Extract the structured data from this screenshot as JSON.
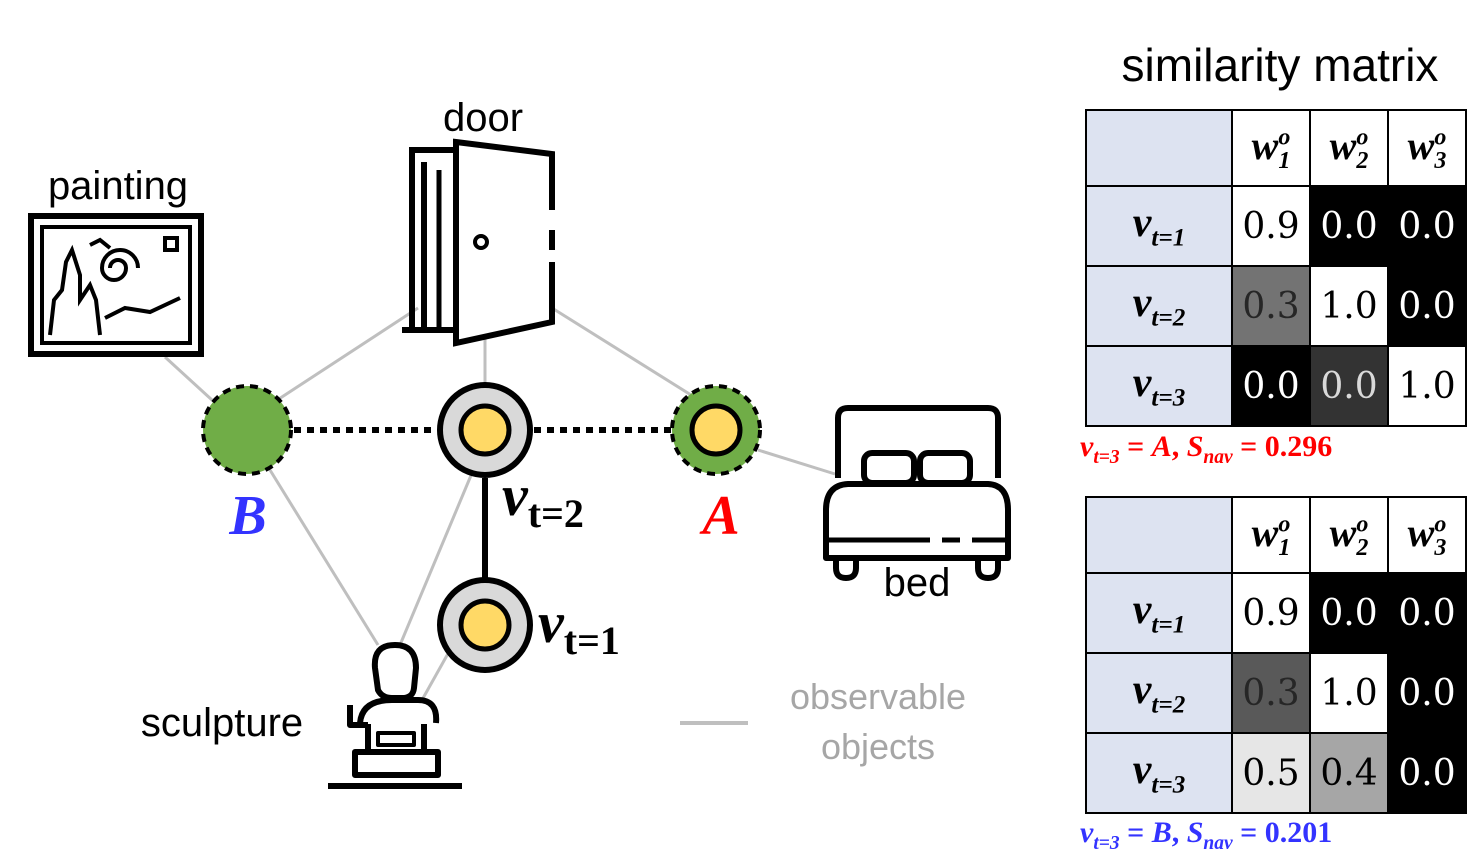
{
  "graph": {
    "objects": {
      "door": "door",
      "painting": "painting",
      "bed": "bed",
      "sculpture": "sculpture"
    },
    "nodes": {
      "B": "B",
      "A": "A",
      "v_t2": {
        "base": "v",
        "sub": "t=2"
      },
      "v_t1": {
        "base": "v",
        "sub": "t=1"
      }
    },
    "legend": {
      "line1": "observable",
      "line2": "objects"
    },
    "colors": {
      "node_green": "#70ad47",
      "node_yellow": "#ffd966",
      "node_grey": "#d9d9d9",
      "edge_grey": "#bfbfbf",
      "label_B": "#3333ff",
      "label_A": "#ff0000"
    }
  },
  "similarity": {
    "title": "similarity matrix",
    "col_headers": [
      {
        "base": "w",
        "sub": "1",
        "sup": "o"
      },
      {
        "base": "w",
        "sub": "2",
        "sup": "o"
      },
      {
        "base": "w",
        "sub": "3",
        "sup": "o"
      }
    ],
    "row_headers": [
      {
        "base": "v",
        "sub": "t=1"
      },
      {
        "base": "v",
        "sub": "t=2"
      },
      {
        "base": "v",
        "sub": "t=3"
      }
    ],
    "matrices": [
      {
        "values": [
          [
            "0.9",
            "0.0",
            "0.0"
          ],
          [
            "0.3",
            "1.0",
            "0.0"
          ],
          [
            "0.0",
            "0.0",
            "1.0"
          ]
        ],
        "cell_bg": [
          [
            "#ffffff",
            "#000000",
            "#000000"
          ],
          [
            "#737373",
            "#ffffff",
            "#000000"
          ],
          [
            "#000000",
            "#333333",
            "#ffffff"
          ]
        ],
        "cell_fg": [
          [
            "#000000",
            "#ffffff",
            "#ffffff"
          ],
          [
            "#262626",
            "#000000",
            "#ffffff"
          ],
          [
            "#ffffff",
            "#d9d9d9",
            "#000000"
          ]
        ],
        "caption": {
          "v": "v",
          "sub": "t=3",
          "eq1": " = ",
          "target": "A",
          "comma": ", ",
          "S": "S",
          "S_sub": "nav",
          "eq2": " = ",
          "value": "0.296"
        },
        "caption_color": "#ff0000"
      },
      {
        "values": [
          [
            "0.9",
            "0.0",
            "0.0"
          ],
          [
            "0.3",
            "1.0",
            "0.0"
          ],
          [
            "0.5",
            "0.4",
            "0.0"
          ]
        ],
        "cell_bg": [
          [
            "#ffffff",
            "#000000",
            "#000000"
          ],
          [
            "#595959",
            "#ffffff",
            "#000000"
          ],
          [
            "#e6e6e6",
            "#a6a6a6",
            "#000000"
          ]
        ],
        "cell_fg": [
          [
            "#000000",
            "#ffffff",
            "#ffffff"
          ],
          [
            "#262626",
            "#000000",
            "#ffffff"
          ],
          [
            "#000000",
            "#000000",
            "#ffffff"
          ]
        ],
        "caption": {
          "v": "v",
          "sub": "t=3",
          "eq1": " = ",
          "target": "B",
          "comma": ", ",
          "S": "S",
          "S_sub": "nav",
          "eq2": " = ",
          "value": "0.201"
        },
        "caption_color": "#3333ff"
      }
    ]
  }
}
